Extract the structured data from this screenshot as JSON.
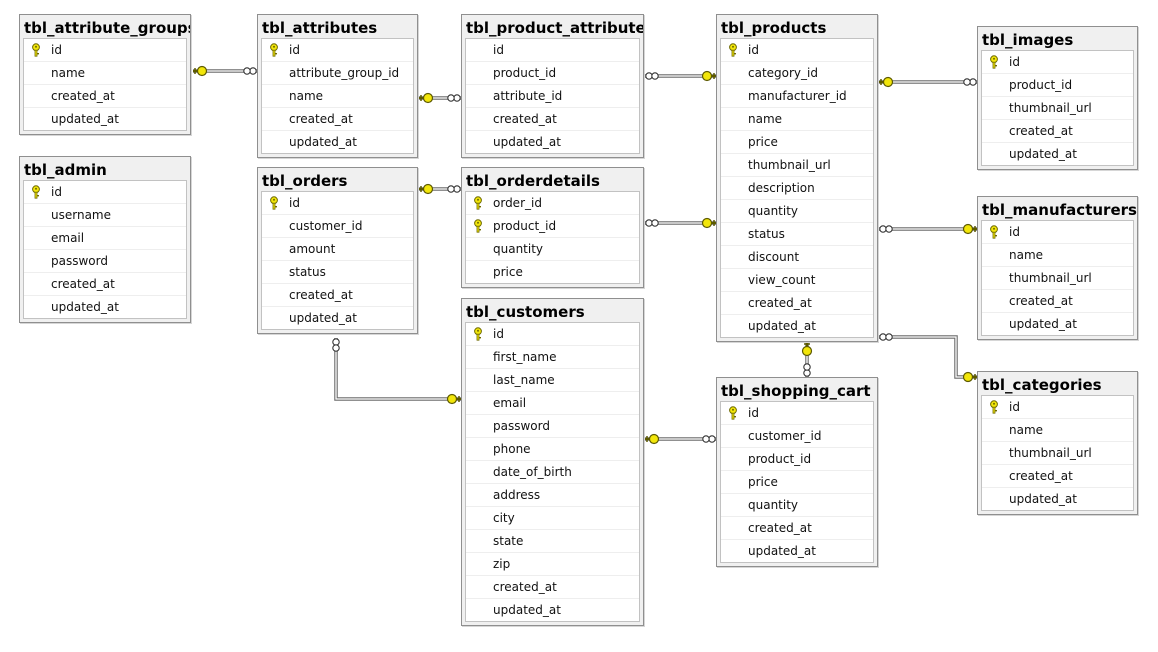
{
  "tables": [
    {
      "id": "attribute_groups",
      "name": "tbl_attribute_groups",
      "columns": [
        {
          "name": "id",
          "pk": true
        },
        {
          "name": "name"
        },
        {
          "name": "created_at"
        },
        {
          "name": "updated_at"
        }
      ]
    },
    {
      "id": "admin",
      "name": "tbl_admin",
      "columns": [
        {
          "name": "id",
          "pk": true
        },
        {
          "name": "username"
        },
        {
          "name": "email"
        },
        {
          "name": "password"
        },
        {
          "name": "created_at"
        },
        {
          "name": "updated_at"
        }
      ]
    },
    {
      "id": "attributes",
      "name": "tbl_attributes",
      "columns": [
        {
          "name": "id",
          "pk": true
        },
        {
          "name": "attribute_group_id"
        },
        {
          "name": "name"
        },
        {
          "name": "created_at"
        },
        {
          "name": "updated_at"
        }
      ]
    },
    {
      "id": "orders",
      "name": "tbl_orders",
      "columns": [
        {
          "name": "id",
          "pk": true
        },
        {
          "name": "customer_id"
        },
        {
          "name": "amount"
        },
        {
          "name": "status"
        },
        {
          "name": "created_at"
        },
        {
          "name": "updated_at"
        }
      ]
    },
    {
      "id": "product_attributes",
      "name": "tbl_product_attributes",
      "columns": [
        {
          "name": "id"
        },
        {
          "name": "product_id"
        },
        {
          "name": "attribute_id"
        },
        {
          "name": "created_at"
        },
        {
          "name": "updated_at"
        }
      ]
    },
    {
      "id": "orderdetails",
      "name": "tbl_orderdetails",
      "columns": [
        {
          "name": "order_id",
          "pk": true
        },
        {
          "name": "product_id",
          "pk": true
        },
        {
          "name": "quantity"
        },
        {
          "name": "price"
        }
      ]
    },
    {
      "id": "customers",
      "name": "tbl_customers",
      "columns": [
        {
          "name": "id",
          "pk": true
        },
        {
          "name": "first_name"
        },
        {
          "name": "last_name"
        },
        {
          "name": "email"
        },
        {
          "name": "password"
        },
        {
          "name": "phone"
        },
        {
          "name": "date_of_birth"
        },
        {
          "name": "address"
        },
        {
          "name": "city"
        },
        {
          "name": "state"
        },
        {
          "name": "zip"
        },
        {
          "name": "created_at"
        },
        {
          "name": "updated_at"
        }
      ]
    },
    {
      "id": "products",
      "name": "tbl_products",
      "columns": [
        {
          "name": "id",
          "pk": true
        },
        {
          "name": "category_id"
        },
        {
          "name": "manufacturer_id"
        },
        {
          "name": "name"
        },
        {
          "name": "price"
        },
        {
          "name": "thumbnail_url"
        },
        {
          "name": "description"
        },
        {
          "name": "quantity"
        },
        {
          "name": "status"
        },
        {
          "name": "discount"
        },
        {
          "name": "view_count"
        },
        {
          "name": "created_at"
        },
        {
          "name": "updated_at"
        }
      ]
    },
    {
      "id": "shopping_cart",
      "name": "tbl_shopping_cart",
      "columns": [
        {
          "name": "id",
          "pk": true
        },
        {
          "name": "customer_id"
        },
        {
          "name": "product_id"
        },
        {
          "name": "price"
        },
        {
          "name": "quantity"
        },
        {
          "name": "created_at"
        },
        {
          "name": "updated_at"
        }
      ]
    },
    {
      "id": "images",
      "name": "tbl_images",
      "columns": [
        {
          "name": "id",
          "pk": true
        },
        {
          "name": "product_id"
        },
        {
          "name": "thumbnail_url"
        },
        {
          "name": "created_at"
        },
        {
          "name": "updated_at"
        }
      ]
    },
    {
      "id": "manufacturers",
      "name": "tbl_manufacturers",
      "columns": [
        {
          "name": "id",
          "pk": true
        },
        {
          "name": "name"
        },
        {
          "name": "thumbnail_url"
        },
        {
          "name": "created_at"
        },
        {
          "name": "updated_at"
        }
      ]
    },
    {
      "id": "categories",
      "name": "tbl_categories",
      "columns": [
        {
          "name": "id",
          "pk": true
        },
        {
          "name": "name"
        },
        {
          "name": "thumbnail_url"
        },
        {
          "name": "created_at"
        },
        {
          "name": "updated_at"
        }
      ]
    }
  ],
  "relationships": [
    {
      "one": "attribute_groups",
      "many": "attributes"
    },
    {
      "one": "attributes",
      "many": "product_attributes"
    },
    {
      "one": "products",
      "many": "product_attributes"
    },
    {
      "one": "orders",
      "many": "orderdetails"
    },
    {
      "one": "products",
      "many": "orderdetails"
    },
    {
      "one": "customers",
      "many": "orders"
    },
    {
      "one": "customers",
      "many": "shopping_cart"
    },
    {
      "one": "products",
      "many": "shopping_cart"
    },
    {
      "one": "products",
      "many": "images"
    },
    {
      "one": "manufacturers",
      "many": "products"
    },
    {
      "one": "categories",
      "many": "products"
    }
  ],
  "colors": {
    "key_icon": "#f2e60a",
    "connector": "#6b6b6b",
    "title_bar": "#f0f0f0"
  },
  "icons": {
    "primary_key": "key-icon",
    "one_end": "key-icon",
    "many_end": "infinity-icon"
  }
}
